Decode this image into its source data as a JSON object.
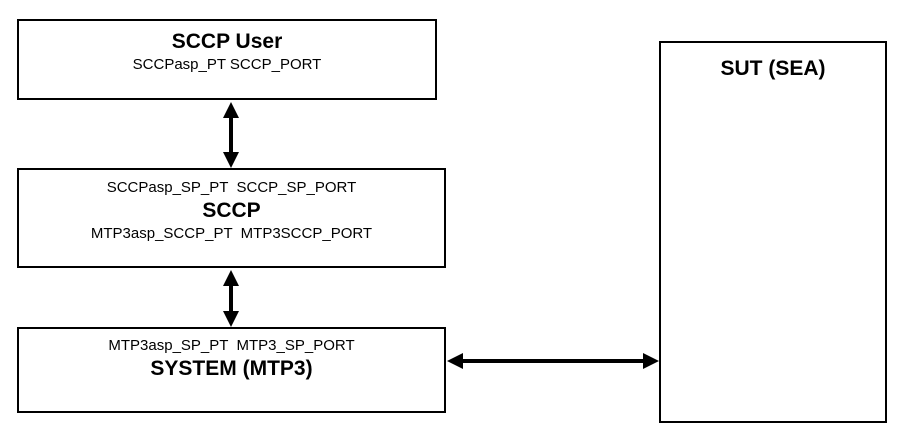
{
  "diagram": {
    "background_color": "#ffffff",
    "border_color": "#000000",
    "text_color": "#000000",
    "boxes": {
      "sccp_user": {
        "title": "SCCP User",
        "ports": "SCCPasp_PT SCCP_PORT"
      },
      "sccp": {
        "upper_ports": "SCCPasp_SP_PT  SCCP_SP_PORT",
        "title": "SCCP",
        "lower_ports": "MTP3asp_SCCP_PT  MTP3SCCP_PORT"
      },
      "system_mtp3": {
        "upper_ports": "MTP3asp_SP_PT  MTP3_SP_PORT",
        "title": "SYSTEM (MTP3)"
      },
      "sut": {
        "title": "SUT (SEA)"
      }
    },
    "connections": [
      {
        "from": "SCCP User",
        "to": "SCCP",
        "type": "bidirectional-arrow",
        "orientation": "vertical"
      },
      {
        "from": "SCCP",
        "to": "SYSTEM (MTP3)",
        "type": "bidirectional-arrow",
        "orientation": "vertical"
      },
      {
        "from": "SYSTEM (MTP3)",
        "to": "SUT (SEA)",
        "type": "bidirectional-arrow",
        "orientation": "horizontal"
      }
    ]
  }
}
